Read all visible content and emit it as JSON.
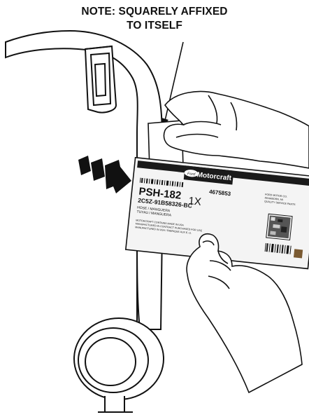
{
  "note": {
    "line1": "NOTE: SQUARELY AFFIXED",
    "line2": "TO ITSELF"
  },
  "label": {
    "brand": "Motorcraft",
    "logo": "Ford",
    "part_code": "PSH-182",
    "quantity": "1X",
    "item_number": "4675853",
    "part_number": "2C5Z-91B58326-BC",
    "description_lines": [
      "HOSE / MANGUERA",
      "TUYAU / MANGUERA"
    ],
    "fine_print": [
      "MOTORCRAFT CONTAINS MADE IN USA",
      "MANUFACTURED IN CONTRACT PURCHASED FOR USE",
      "MANUFACTURED IN USA / FABRIQUE AUX E.-U."
    ],
    "side_text": [
      "FORD MOTOR CO.",
      "DEARBORN, MI",
      "QUALITY SERVICE PARTS"
    ]
  },
  "colors": {
    "ink": "#111111",
    "brand_red": "#c8102e",
    "label_bg": "#f4f4f4",
    "black_band": "#1a1a1a"
  }
}
